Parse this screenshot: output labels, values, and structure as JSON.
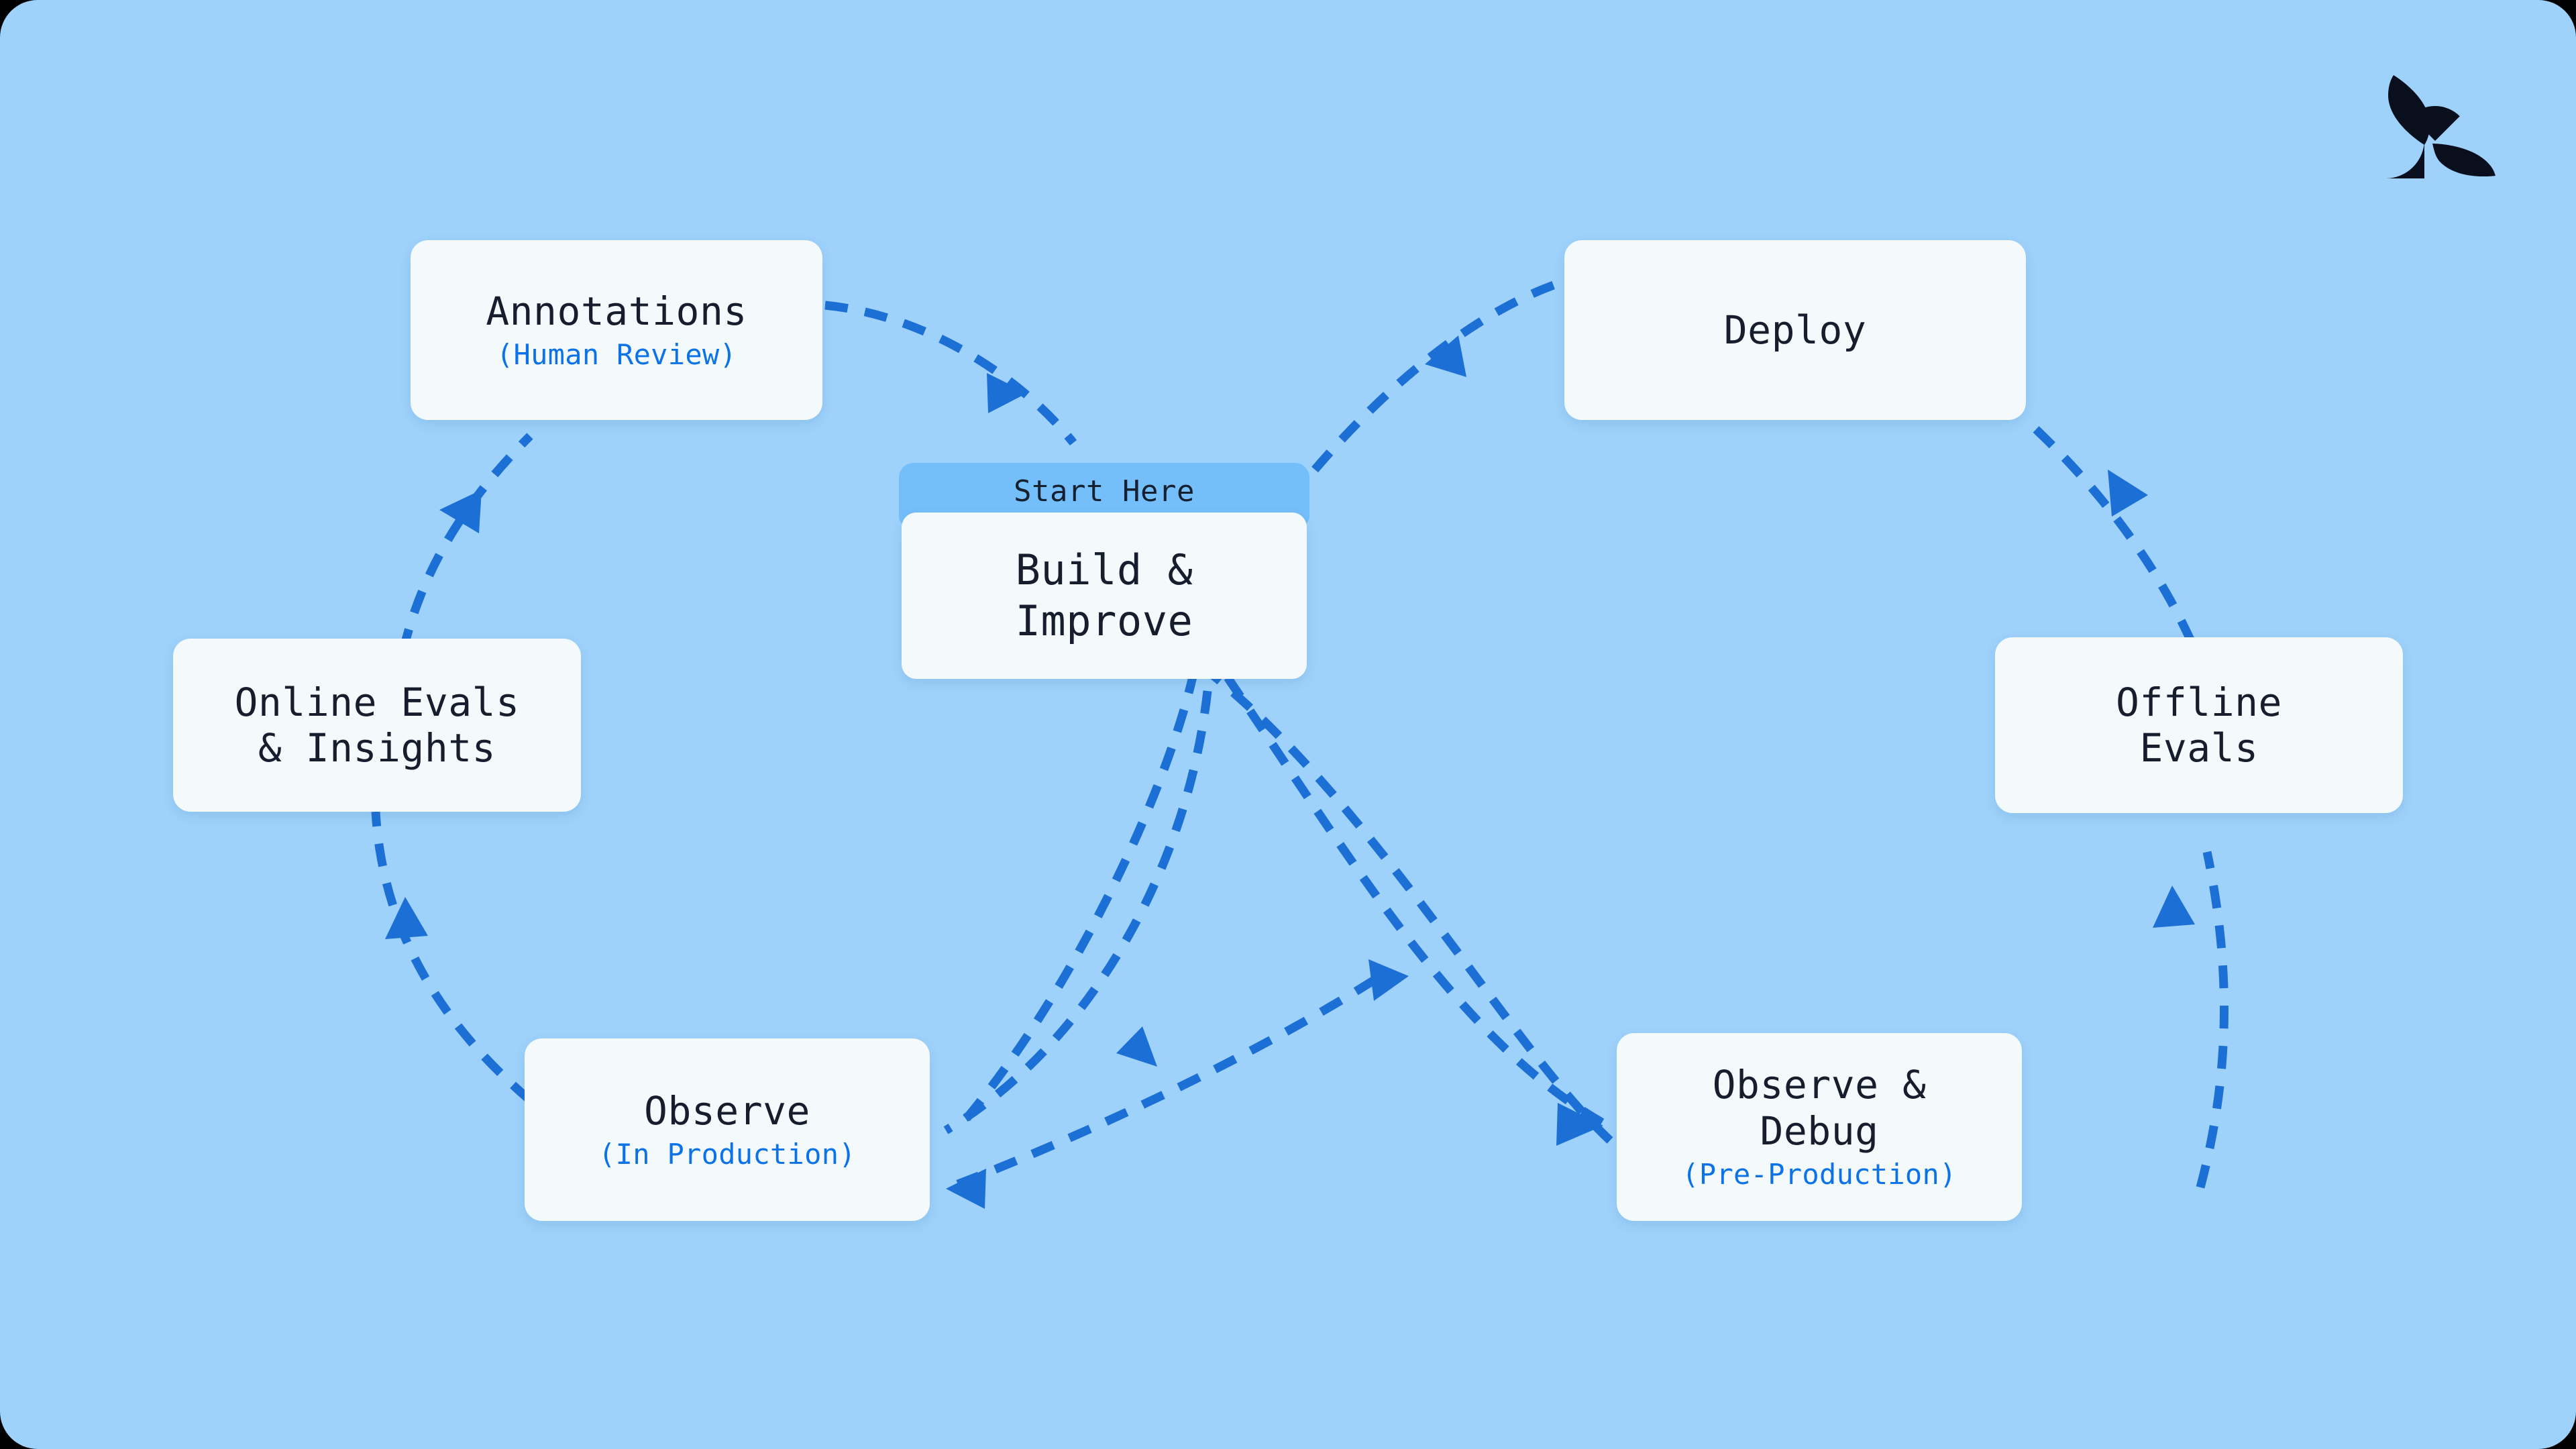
{
  "canvas": {
    "background_color": "#9ED2FB",
    "card_color": "#F4FAFC",
    "accent_color": "#0B72E7",
    "edge_color": "#1C6FD4",
    "badge_color": "#74BEFA",
    "text_color": "#161E2E",
    "logo_color": "#0A0F1E"
  },
  "logo": {
    "name": "braintrust-logo"
  },
  "start_node": {
    "badge_label": "Start Here",
    "title": "Build &\nImprove"
  },
  "nodes": [
    {
      "id": "annotations",
      "title": "Annotations",
      "subtitle": "(Human Review)"
    },
    {
      "id": "online-evals",
      "title": "Online Evals\n& Insights",
      "subtitle": ""
    },
    {
      "id": "observe",
      "title": "Observe",
      "subtitle": "(In Production)"
    },
    {
      "id": "deploy",
      "title": "Deploy",
      "subtitle": ""
    },
    {
      "id": "offline-evals",
      "title": "Offline\nEvals",
      "subtitle": ""
    },
    {
      "id": "observe-debug",
      "title": "Observe &\nDebug",
      "subtitle": "(Pre-Production)"
    }
  ],
  "edges": [
    {
      "from": "build-improve",
      "to": "deploy",
      "style": "dashed",
      "arrow": "mid"
    },
    {
      "from": "deploy",
      "to": "offline-evals",
      "style": "dashed",
      "arrow": "mid"
    },
    {
      "from": "offline-evals",
      "to": "observe-debug",
      "style": "dashed",
      "arrow": "mid"
    },
    {
      "from": "observe-debug",
      "to": "build-improve",
      "style": "dashed",
      "arrow": "mid"
    },
    {
      "from": "build-improve",
      "to": "observe",
      "style": "dashed",
      "arrow": "mid"
    },
    {
      "from": "observe",
      "to": "online-evals",
      "style": "dashed",
      "arrow": "mid"
    },
    {
      "from": "online-evals",
      "to": "annotations",
      "style": "dashed",
      "arrow": "mid"
    },
    {
      "from": "annotations",
      "to": "build-improve",
      "style": "dashed",
      "arrow": "mid"
    }
  ]
}
